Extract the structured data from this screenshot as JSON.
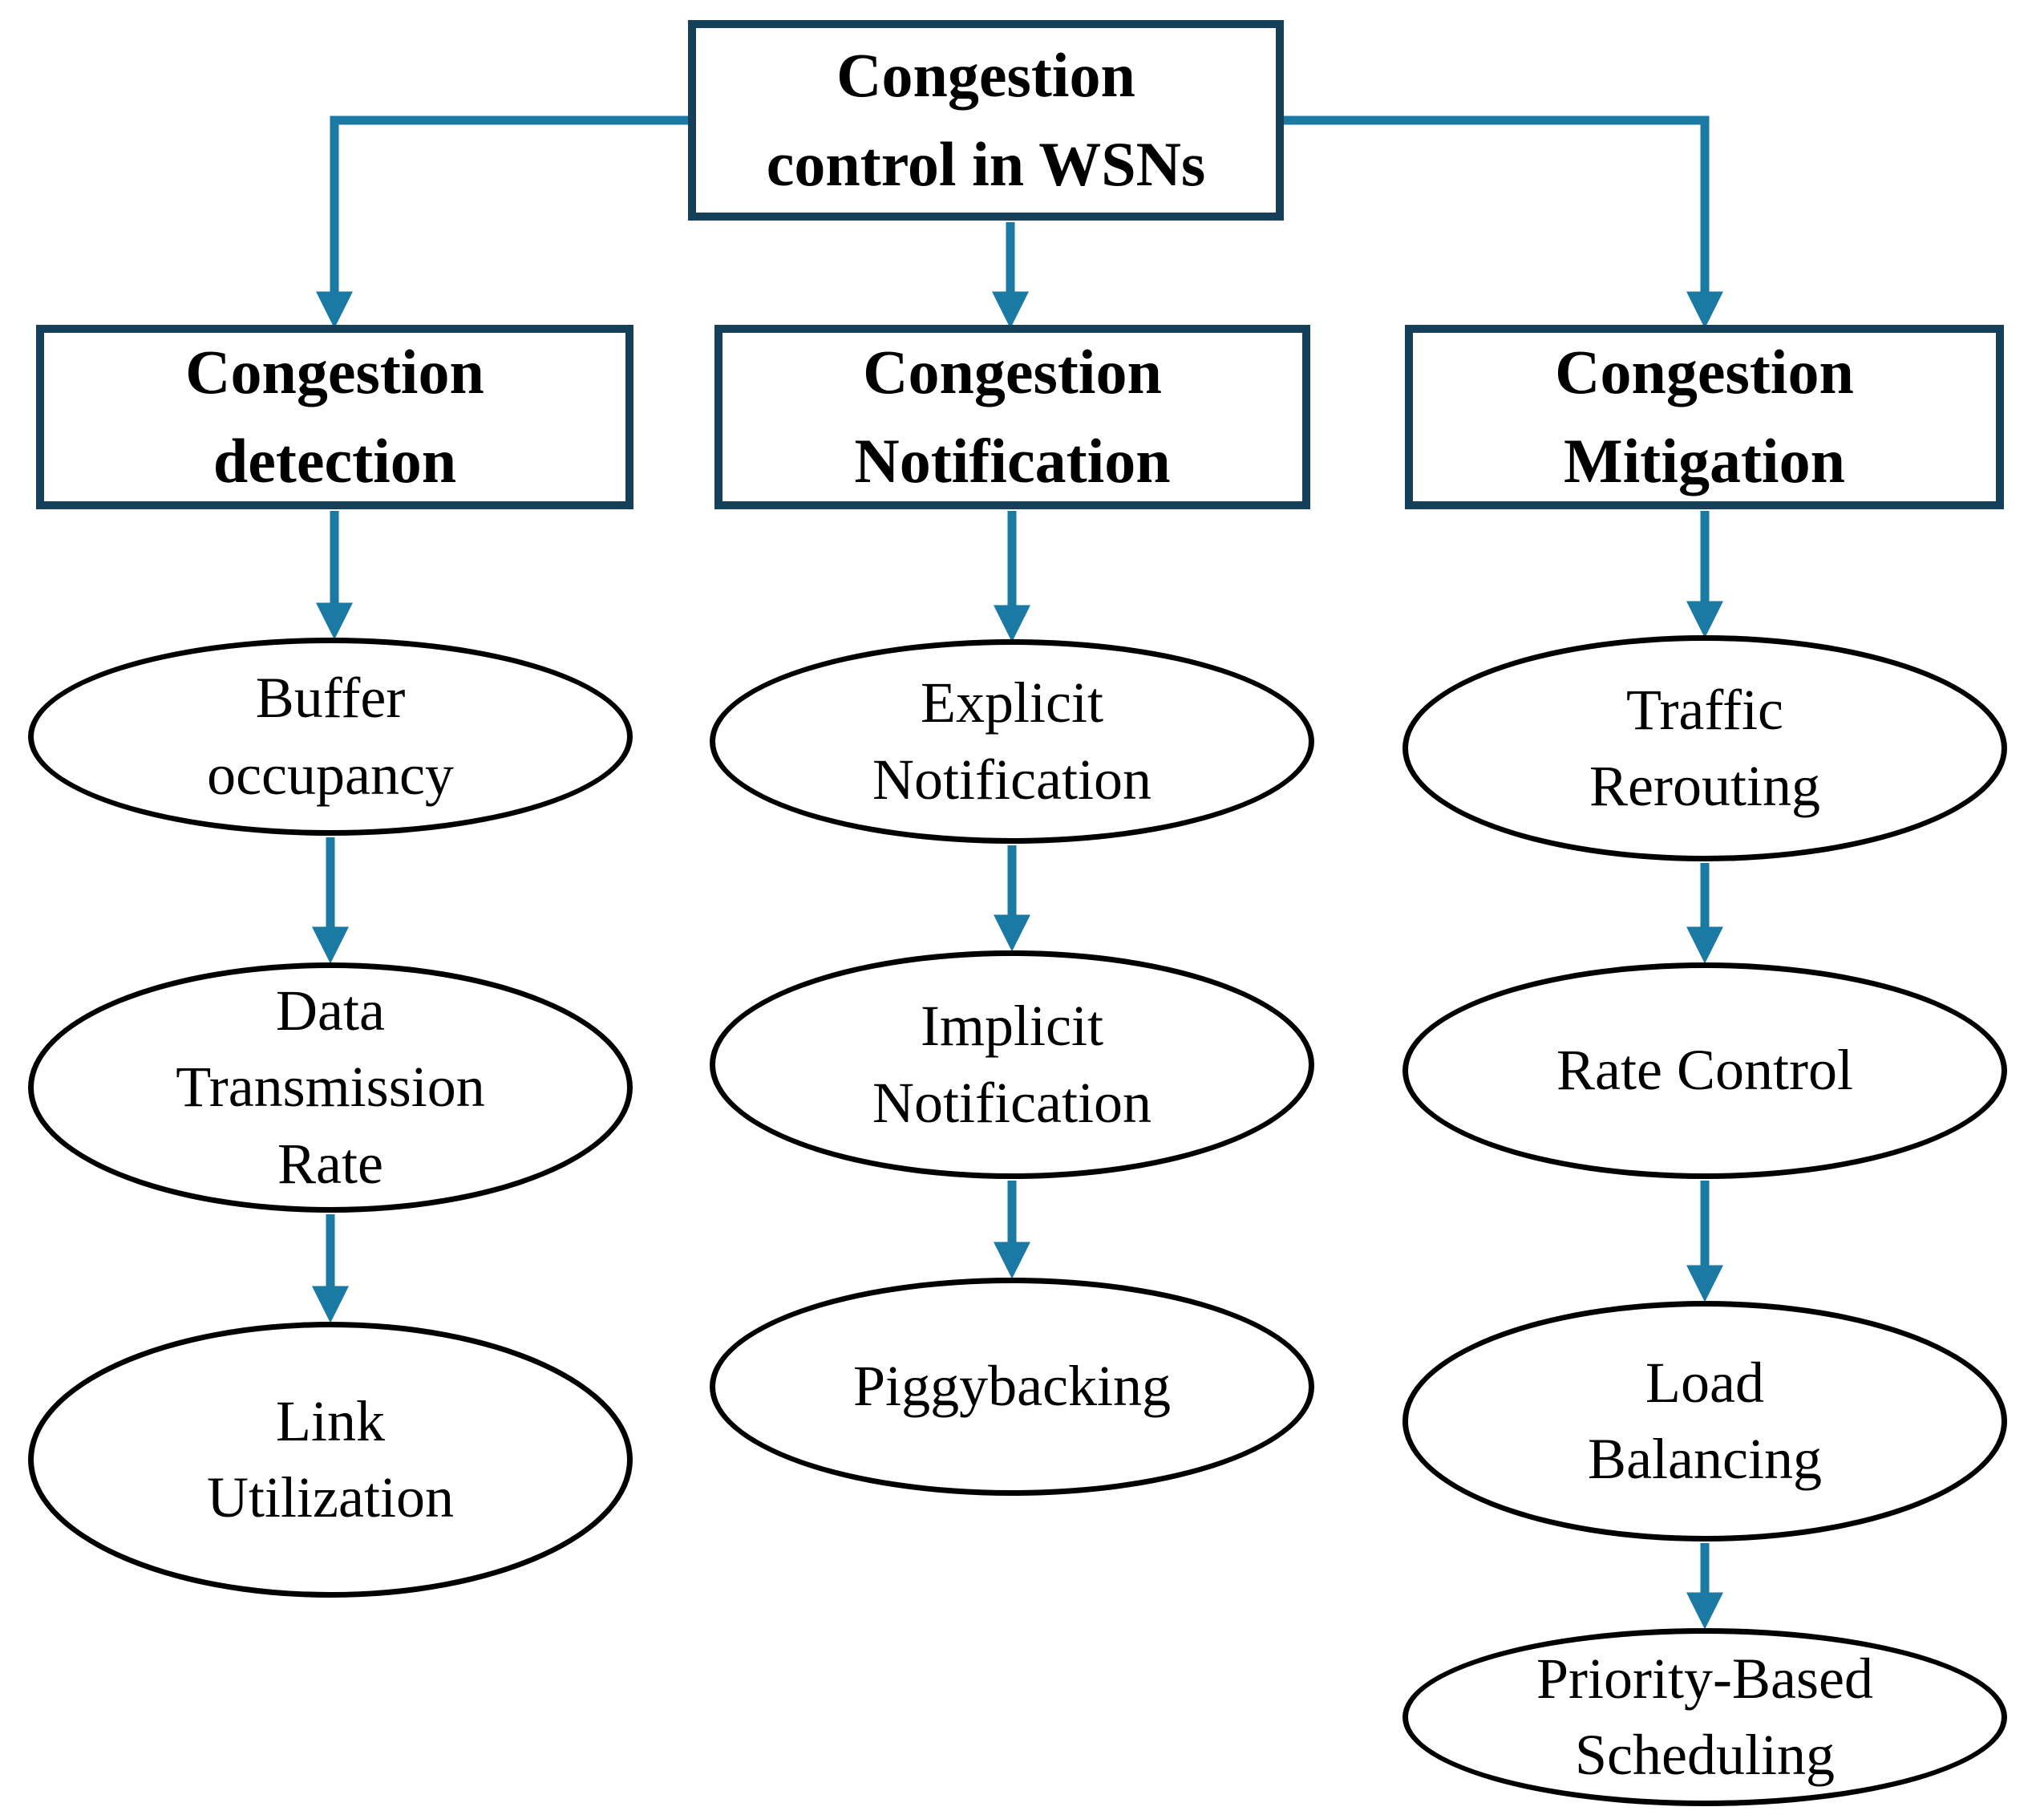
{
  "figure": {
    "type": "flowchart",
    "colors": {
      "arrow": "#1b7aa3",
      "box_border": "#16405a",
      "ellipse_border": "#000000",
      "text": "#000000",
      "background": "#ffffff"
    },
    "root": {
      "label": "Congestion\ncontrol in WSNs"
    },
    "branches": [
      {
        "label": "Congestion\ndetection",
        "children": [
          {
            "label": "Buffer\noccupancy"
          },
          {
            "label": "Data\nTransmission\nRate"
          },
          {
            "label": "Link\nUtilization"
          }
        ]
      },
      {
        "label": "Congestion\nNotification",
        "children": [
          {
            "label": "Explicit\nNotification"
          },
          {
            "label": "Implicit\nNotification"
          },
          {
            "label": "Piggybacking"
          }
        ]
      },
      {
        "label": "Congestion\nMitigation",
        "children": [
          {
            "label": "Traffic\nRerouting"
          },
          {
            "label": "Rate Control"
          },
          {
            "label": "Load\nBalancing"
          },
          {
            "label": "Priority-Based\nScheduling"
          }
        ]
      }
    ]
  }
}
